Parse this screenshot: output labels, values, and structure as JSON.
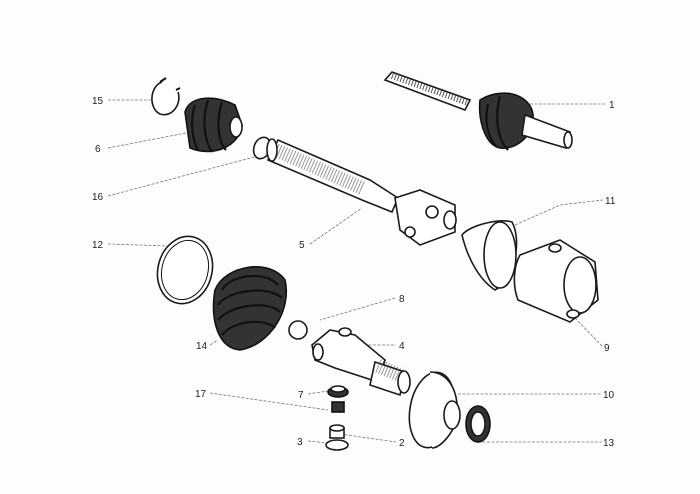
{
  "diagram": {
    "type": "exploded-parts-drawing",
    "callouts": {
      "c1": "1",
      "c2": "2",
      "c3": "3",
      "c4": "4",
      "c5": "5",
      "c6": "6",
      "c7": "7",
      "c8": "8",
      "c9": "9",
      "c10": "10",
      "c11": "11",
      "c12": "12",
      "c13": "13",
      "c14": "14",
      "c15": "15",
      "c16": "16",
      "c17": "17"
    }
  }
}
